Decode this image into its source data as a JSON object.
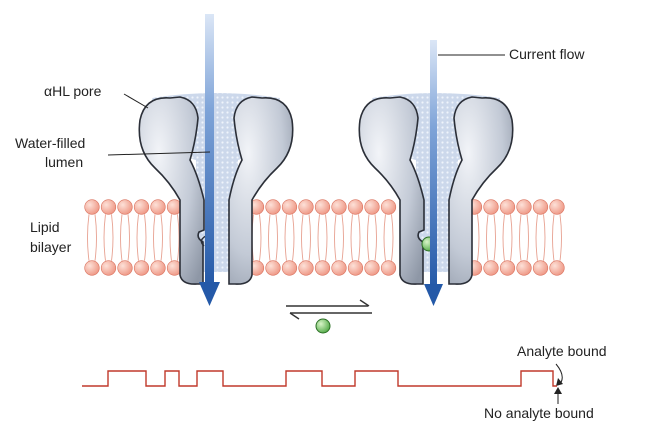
{
  "labels": {
    "pore": "αHL pore",
    "water_line1": "Water-filled",
    "water_line2": "lumen",
    "lipid_line1": "Lipid",
    "lipid_line2": "bilayer",
    "current_flow": "Current flow",
    "analyte_bound": "Analyte bound",
    "no_analyte_bound": "No analyte bound"
  },
  "colors": {
    "arrow": "#2f6fc0",
    "lipid_head": "#f29a86",
    "lipid_tail": "#e7a191",
    "protein": "#c6cdd8",
    "protein_outline": "#2b2f38",
    "lumen": "#8ea7cc",
    "analyte": "#5fbf4f",
    "trace": "#c0392b"
  },
  "icons": {
    "equilibrium": "double-harpoon-icon",
    "analyte": "green-sphere-icon"
  }
}
